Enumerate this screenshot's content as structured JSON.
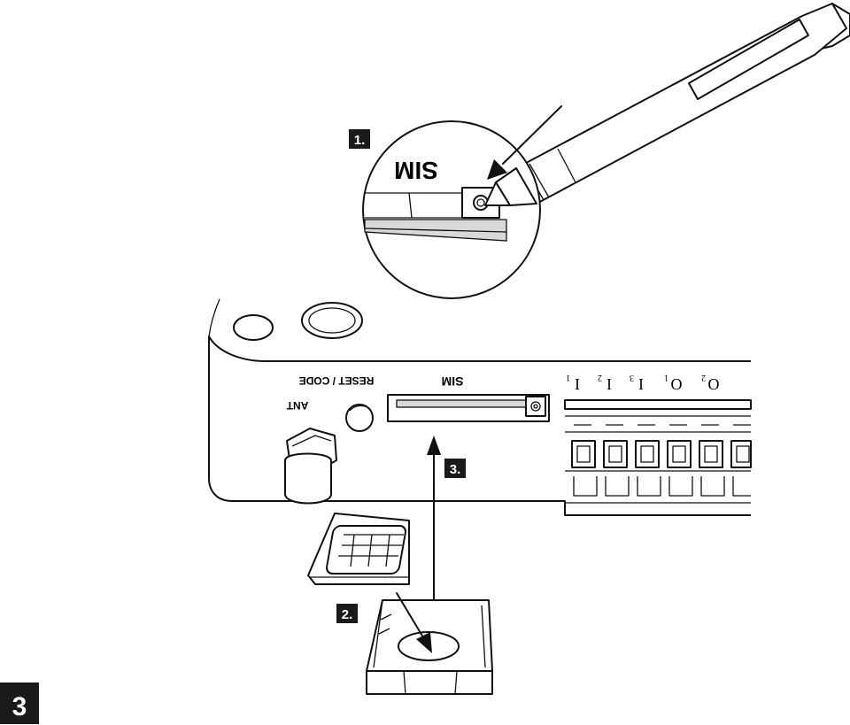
{
  "figure_number": "3",
  "steps": {
    "step1": "1.",
    "step2": "2.",
    "step3": "3."
  },
  "zoom_label": "SIM",
  "device_labels": {
    "sim_slot": "SIM",
    "reset_code": "RESET / CODE",
    "antenna": "ANT"
  },
  "terminals": [
    {
      "letter": "I",
      "index": "1"
    },
    {
      "letter": "I",
      "index": "2"
    },
    {
      "letter": "I",
      "index": "3"
    },
    {
      "letter": "O",
      "index": "1"
    },
    {
      "letter": "O",
      "index": "2"
    }
  ]
}
